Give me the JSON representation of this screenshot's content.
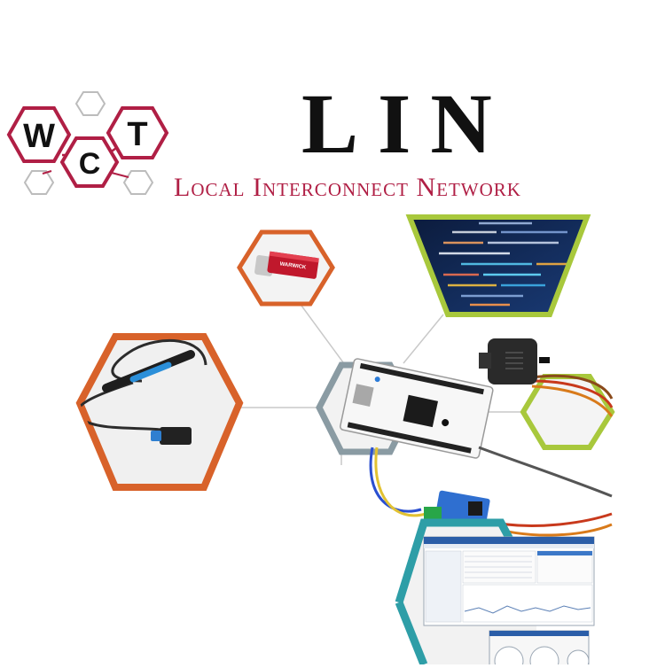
{
  "logo": {
    "letters": [
      "W",
      "C",
      "T"
    ],
    "color": "#b01f45"
  },
  "heading": {
    "title": "LIN",
    "subtitle": "Local Interconnect Network"
  },
  "usb_label": "WARWICK",
  "colors": {
    "brand_red": "#b01f45",
    "orange": "#d8622a",
    "slate": "#8a9ba3",
    "lime": "#a8c83c",
    "teal": "#2e9ea7",
    "connector_line": "#c9c9c9"
  },
  "icons": [
    "usb-stick-icon",
    "code-screen-icon",
    "lin-cable-icon",
    "nucleo-board-icon",
    "connector-adapter-icon",
    "lin-transceiver-icon",
    "software-screenshot-icon"
  ]
}
